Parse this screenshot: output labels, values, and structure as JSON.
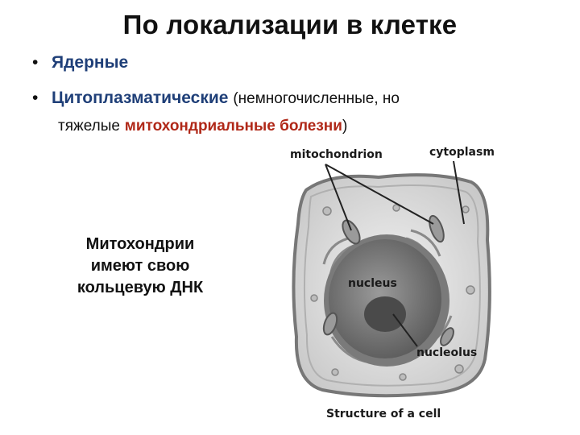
{
  "title": "По локализации в клетке",
  "bullets": [
    {
      "marker": "•",
      "text": "Ядерные"
    },
    {
      "marker": "•",
      "text": "Цитоплазматические",
      "note_open": "(немногочисленные, но",
      "note_cont": "тяжелые",
      "highlight": "митохондриальные болезни",
      "note_close": ")"
    }
  ],
  "side_note": {
    "lines": [
      "Митохондрии",
      "имеют свою",
      "кольцевую ДНК"
    ]
  },
  "figure": {
    "labels": {
      "mitochondrion": "mitochondrion",
      "cytoplasm": "cytoplasm",
      "nucleus": "nucleus",
      "nucleolus": "nucleolus"
    },
    "caption": "Structure of a cell"
  },
  "colors": {
    "term": "#1f3f78",
    "highlight": "#b02818"
  }
}
